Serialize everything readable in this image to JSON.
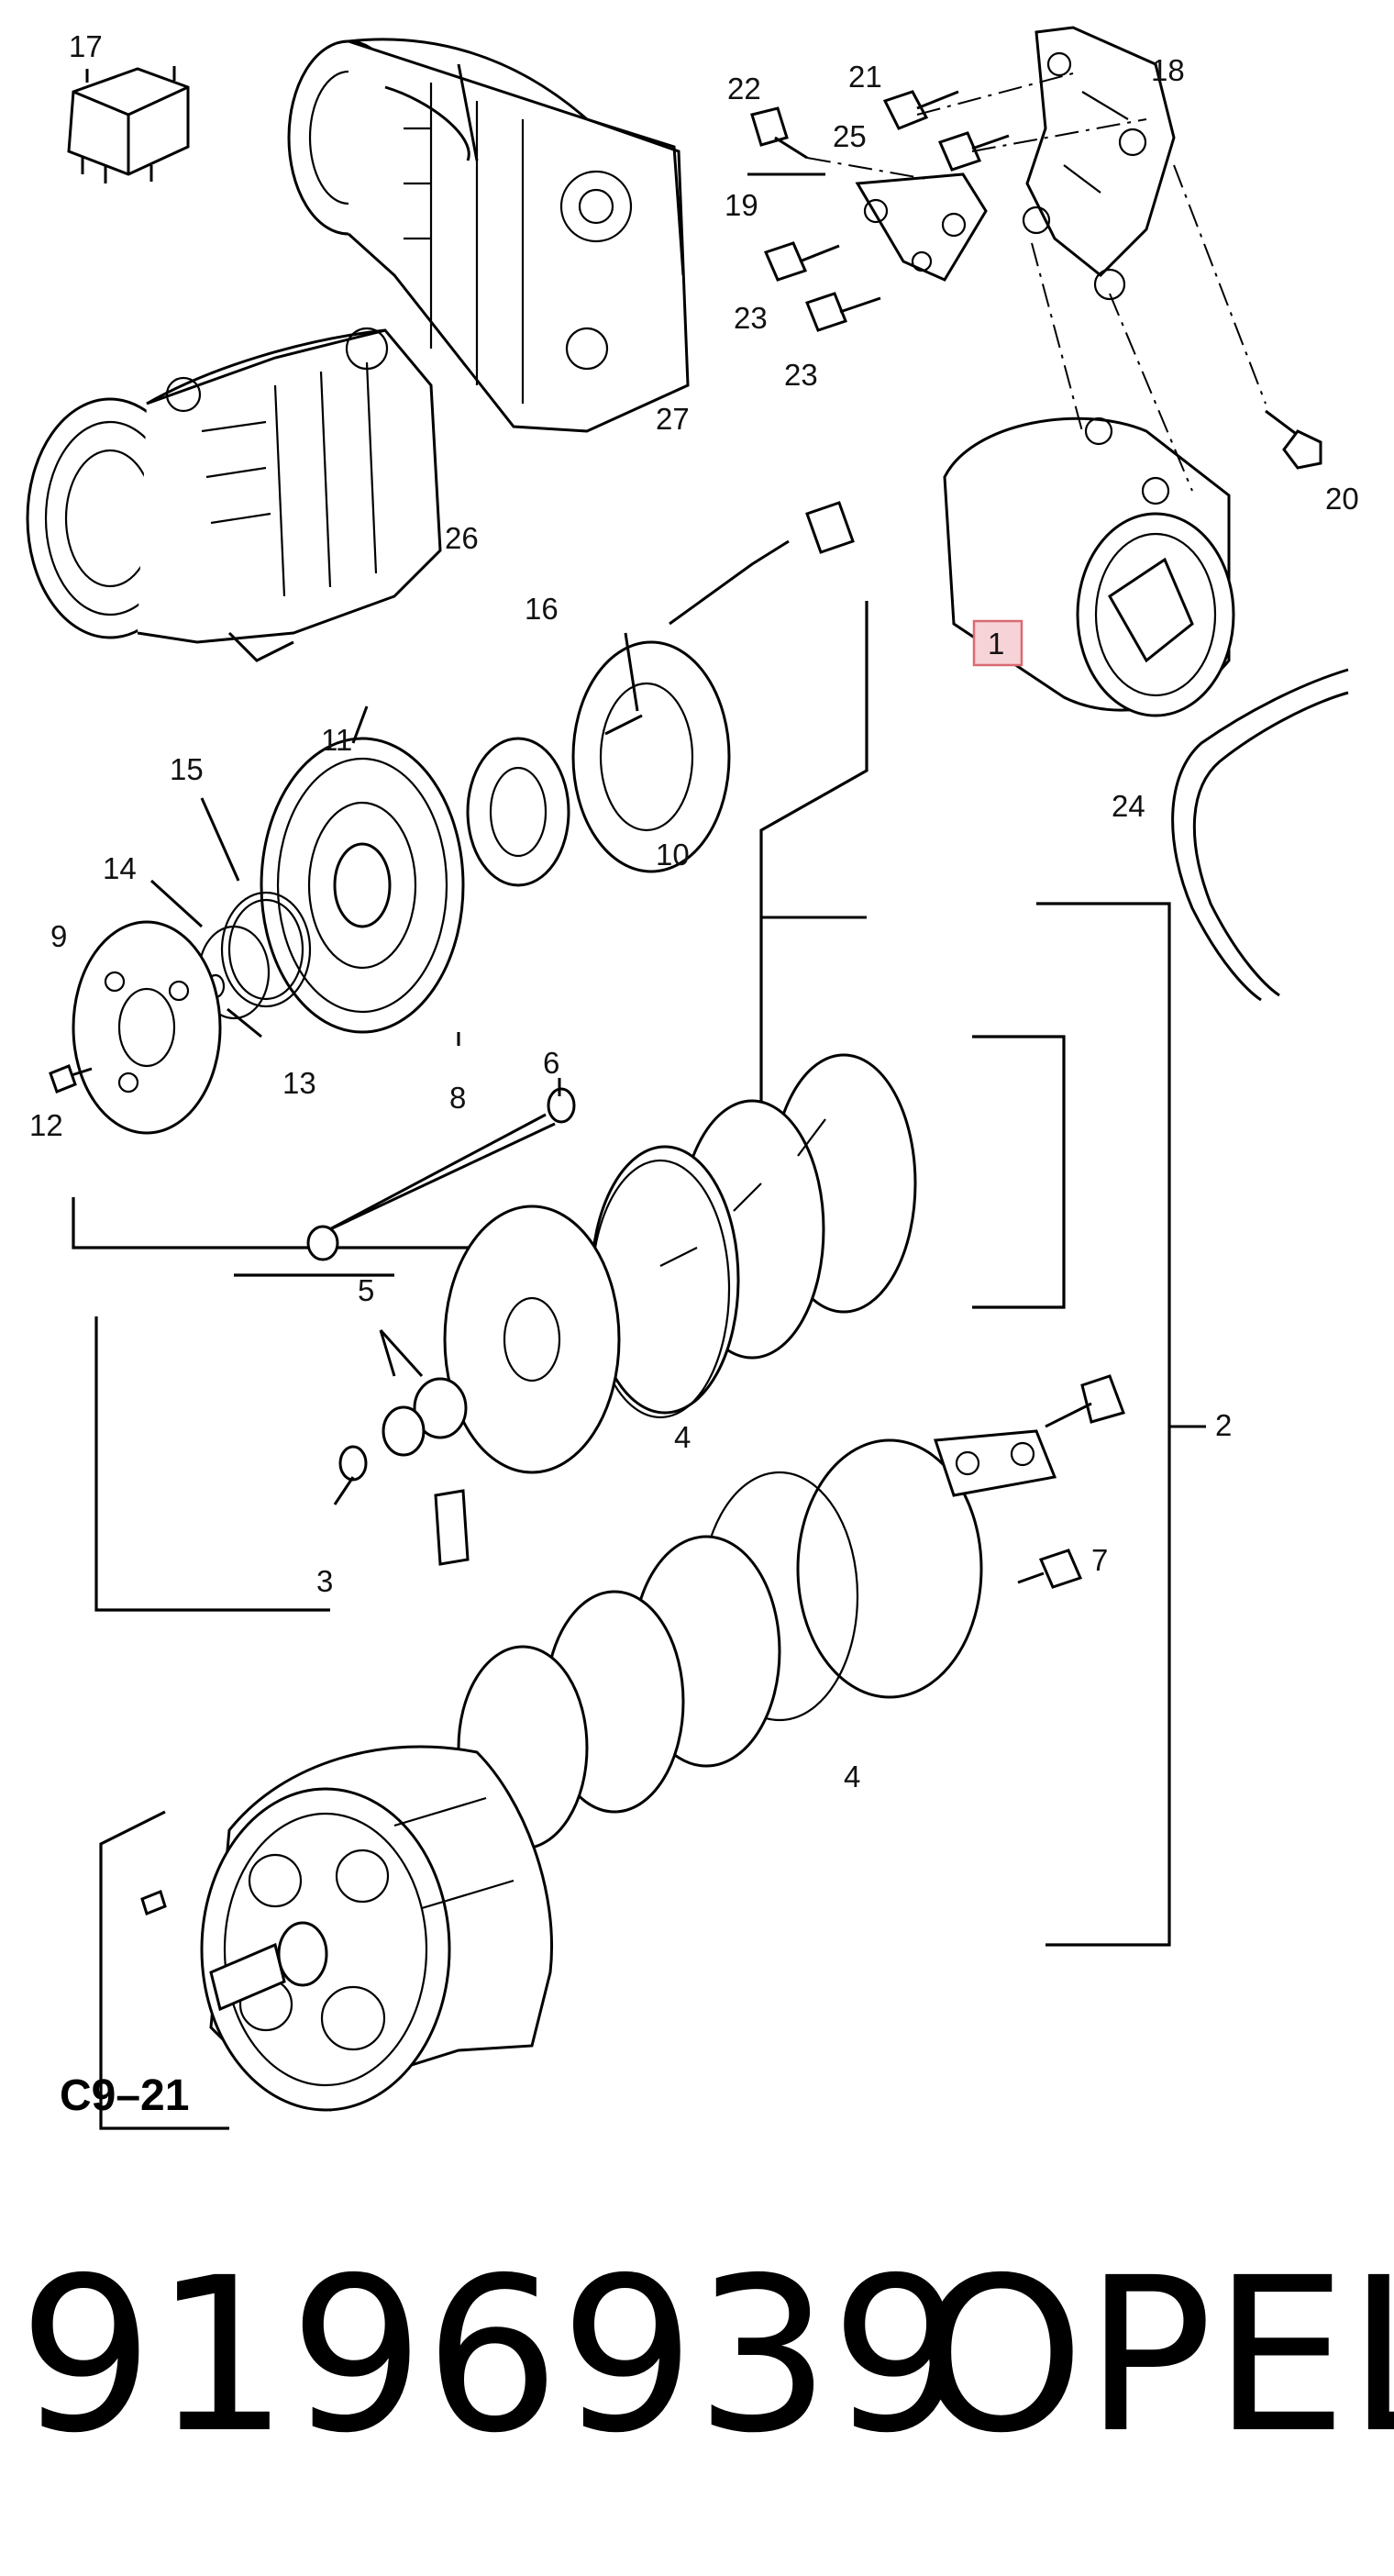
{
  "diagram": {
    "sheet_code": "C9–21",
    "callouts": {
      "c1": "1",
      "c2": "2",
      "c3": "3",
      "c4a": "4",
      "c4b": "4",
      "c5": "5",
      "c6": "6",
      "c7": "7",
      "c8": "8",
      "c9": "9",
      "c10": "10",
      "c11": "11",
      "c12": "12",
      "c13": "13",
      "c14": "14",
      "c15": "15",
      "c16": "16",
      "c17": "17",
      "c18": "18",
      "c19": "19",
      "c20": "20",
      "c21": "21",
      "c22": "22",
      "c23a": "23",
      "c23b": "23",
      "c24": "24",
      "c25": "25",
      "c26": "26",
      "c27": "27"
    },
    "highlighted_callout": "1"
  },
  "footer": {
    "part_number": "9196939",
    "brand": "OPEL"
  }
}
